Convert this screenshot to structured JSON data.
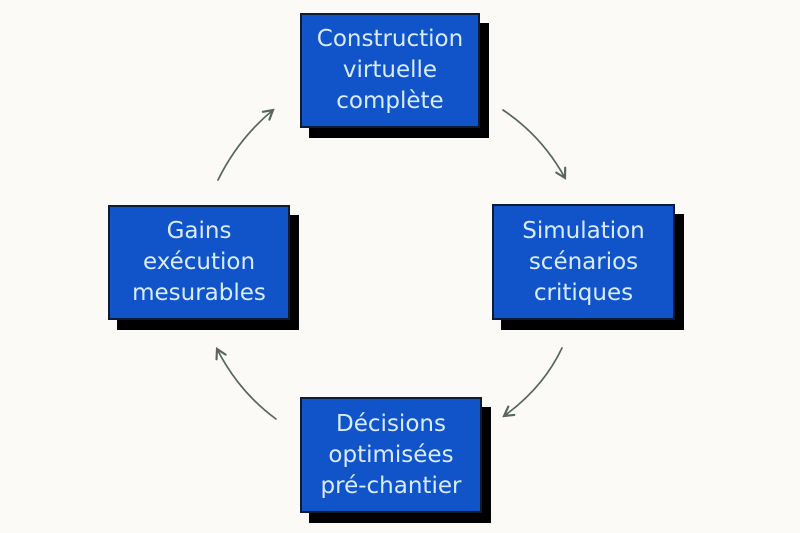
{
  "diagram": {
    "type": "cycle",
    "colors": {
      "background": "#fbfaf7",
      "box_fill": "#1153c9",
      "box_border": "#0e1c33",
      "box_text": "#d8ecff",
      "box_shadow": "#000000",
      "arrow": "#57675c"
    },
    "nodes": [
      {
        "id": "construction",
        "position": "top",
        "label": "Construction virtuelle complète",
        "lines": [
          "Construction",
          "virtuelle",
          "complète"
        ]
      },
      {
        "id": "simulation",
        "position": "right",
        "label": "Simulation scénarios critiques",
        "lines": [
          "Simulation",
          "scénarios",
          "critiques"
        ]
      },
      {
        "id": "decisions",
        "position": "bottom",
        "label": "Décisions optimisées pré-chantier",
        "lines": [
          "Décisions",
          "optimisées",
          "pré-chantier"
        ]
      },
      {
        "id": "gains",
        "position": "left",
        "label": "Gains exécution mesurables",
        "lines": [
          "Gains",
          "exécution",
          "mesurables"
        ]
      }
    ],
    "arrows": [
      {
        "from": "gains",
        "to": "construction"
      },
      {
        "from": "construction",
        "to": "simulation"
      },
      {
        "from": "simulation",
        "to": "decisions"
      },
      {
        "from": "decisions",
        "to": "gains"
      }
    ]
  }
}
